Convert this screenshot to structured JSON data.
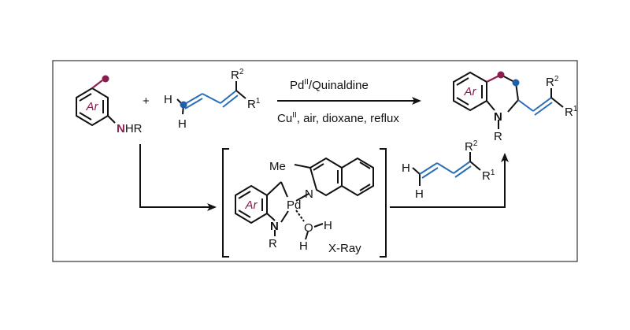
{
  "colors": {
    "line": "#111111",
    "maroon": "#8b1e4f",
    "blue": "#2a6fb5",
    "dot_blue": "#1f5fa8",
    "frame": "#333333"
  },
  "icons": [
    "arrow-icon",
    "benzene-ring-icon",
    "quinoline-ring-icon"
  ],
  "reactant_aniline": {
    "ring_label": "Ar",
    "amine_label_n": "N",
    "amine_label_rest": "HR"
  },
  "plus_sign": "+",
  "reactant_diene": {
    "h_top": "H",
    "h_bottom": "H",
    "r2": "R",
    "r2_sup": "2",
    "r1": "R",
    "r1_sup": "1"
  },
  "conditions": {
    "catalyst_main": "Pd",
    "catalyst_sup": "II",
    "catalyst_rest": "/Quinaldine",
    "oxidant_main": "Cu",
    "oxidant_sup": "II",
    "oxidant_rest": ", air, dioxane, reflux"
  },
  "product": {
    "ring_label": "Ar",
    "n_label": "N",
    "r_label": "R",
    "r2": "R",
    "r2_sup": "2",
    "r1": "R",
    "r1_sup": "1"
  },
  "intermediate": {
    "ring_label": "Ar",
    "metal": "Pd",
    "n_label": "N",
    "r_label": "R",
    "o_label": "O",
    "h_right": "H",
    "h_below": "H",
    "me_label": "Me",
    "quinoline_n": "N",
    "xray_label": "X-Ray"
  },
  "diene_reagent": {
    "h_top": "H",
    "h_bottom": "H",
    "r2": "R",
    "r2_sup": "2",
    "r1": "R",
    "r1_sup": "1"
  }
}
